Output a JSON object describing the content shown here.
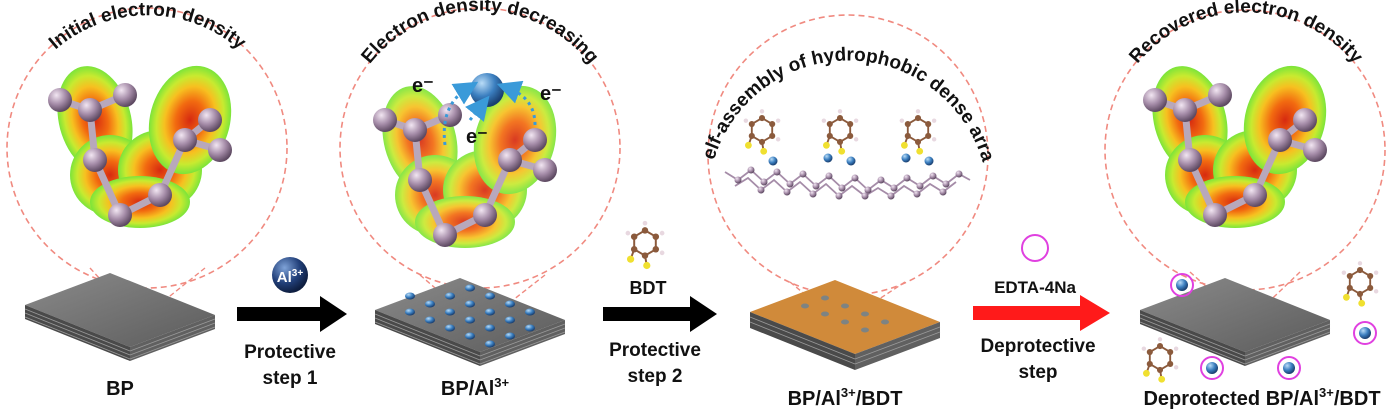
{
  "panels": {
    "p1": {
      "title": "Initial electron density",
      "label": "BP"
    },
    "p2": {
      "title": "Electron density decreasing",
      "label_main": "BP/Al",
      "label_sup": "3+",
      "electron_label": "e⁻"
    },
    "p3": {
      "title": "Self-assembly of hydrophobic dense array",
      "label_main": "BP/Al",
      "label_sup": "3+",
      "label_tail": "/BDT"
    },
    "p4": {
      "title": "Recovered electron density",
      "label_prefix": "Deprotected BP/Al",
      "label_sup": "3+",
      "label_tail": "/BDT"
    }
  },
  "arrows": {
    "a1": {
      "reagent_main": "Al",
      "reagent_sup": "3+",
      "line1": "Protective",
      "line2": "step 1",
      "color": "#000000"
    },
    "a2": {
      "reagent": "BDT",
      "line1": "Protective",
      "line2": "step 2",
      "color": "#000000"
    },
    "a3": {
      "reagent": "EDTA-4Na",
      "line1": "Deprotective",
      "line2": "step",
      "color": "#ff1a1a"
    }
  },
  "colors": {
    "phosphorus": "#a58ca8",
    "al_ion": "#3b7fc0",
    "sheet": "#6b6b6b",
    "bdt_coat": "#d08a3a",
    "edta_ring": "#e040e0",
    "dashed_circle": "#f08a80",
    "electron_arrow": "#3a9ad9"
  }
}
